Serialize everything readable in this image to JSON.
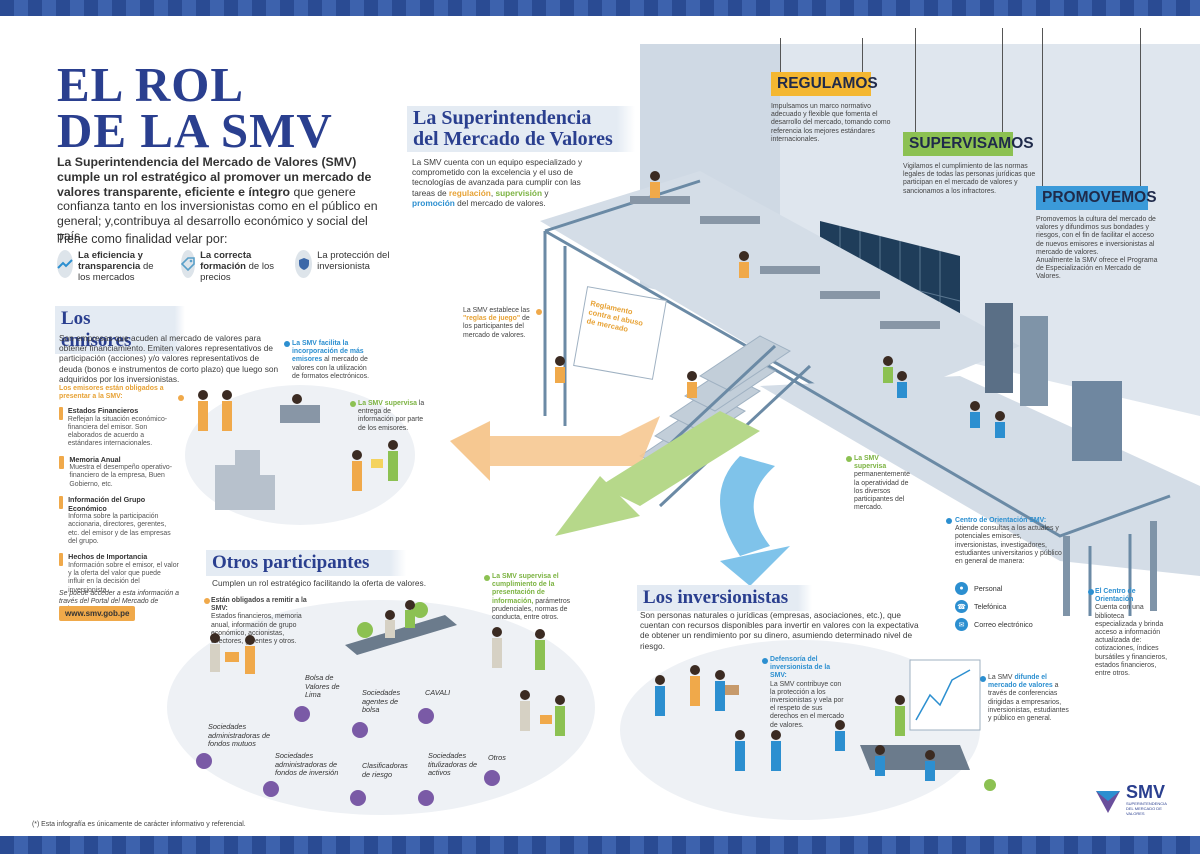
{
  "header": {
    "title_line1": "EL ROL",
    "title_line2": "DE LA SMV"
  },
  "intro": {
    "bold": "La Superintendencia del Mercado de Valores (SMV) cumple un rol estratégico al promover un mercado de valores transparente, eficiente e íntegro",
    "rest": " que genere confianza tanto en los inversionistas como en el público en general; y,contribuya al desarrollo económico y social del país."
  },
  "finalidad": {
    "title": "Tiene como finalidad velar por:",
    "items": [
      {
        "icon": "chart-up-icon",
        "bold": "La eficiencia y transparencia",
        "rest": " de los mercados"
      },
      {
        "icon": "price-tag-icon",
        "bold": "La correcta formación",
        "rest": " de los precios"
      },
      {
        "icon": "shield-icon",
        "bold": "",
        "rest": "La protección del inversionista"
      }
    ]
  },
  "smv_section": {
    "title_line1": "La Superintendencia",
    "title_line2": "del Mercado de Valores",
    "text_a": "La SMV cuenta con un equipo especializado y comprometido con la excelencia y el uso de tecnologías de avanzada para cumplir con las tareas de ",
    "reg": "regulación",
    "sep1": ",",
    "sup": "supervisión",
    "sep2": " y ",
    "pro": "promoción",
    "text_b": " del mercado de valores."
  },
  "roles": {
    "regulamos": {
      "label": "REGULAMOS",
      "text": "Impulsamos un marco normativo adecuado y flexible que fomenta el desarrollo del mercado, tomando como referencia los mejores estándares internacionales.",
      "color": "#f4b731"
    },
    "supervisamos": {
      "label": "SUPERVISAMOS",
      "text": "Vigilamos el cumplimiento de las normas legales de todas las personas jurídicas que participan en el mercado de valores y sancionamos a los infractores.",
      "color": "#8cc152"
    },
    "promovemos": {
      "label": "PROMOVEMOS",
      "text_a": "Promovemos la cultura del mercado de valores y difundimos sus bondades y riesgos, con el fin de facilitar el acceso de nuevos emisores e inversionistas al mercado de valores.",
      "text_b": "Anualmente  la SMV ofrece el Programa de Especialización en Mercado de Valores.",
      "color": "#3b9ad9"
    }
  },
  "emisores": {
    "title": "Los emisores",
    "text": "Son empresas que acuden al mercado de valores para obtener financiamiento. Emiten valores representativos de participación (acciones) y/o valores representativos de deuda (bonos e instrumentos de corto plazo) que luego son adquiridos por los inversionistas.",
    "oblig_note": "Los emisores están obligados a presentar a la SMV:",
    "docs": [
      {
        "title": "Estados Financieros",
        "text": "Reflejan la situación económico-financiera del emisor. Son elaborados de acuerdo a estándares internacionales."
      },
      {
        "title": "Memoria Anual",
        "text": "Muestra el desempeño operativo-financiero de la empresa, Buen Gobierno, etc."
      },
      {
        "title": "Información del Grupo Económico",
        "text": "Informa sobre la participación accionaria, directores, gerentes, etc. del emisor y de las empresas del grupo."
      },
      {
        "title": "Hechos de Importancia",
        "text": "Información sobre el emisor, el valor y la oferta del valor que puede influir en la decisión del inversionista."
      }
    ],
    "portal_note": "Se puede acceder a esta información a través del Portal del Mercado de Valores:",
    "url": "www.smv.gob.pe",
    "note_facilita_hl": "La SMV facilita la incorporación de más emisores",
    "note_facilita_rest": " al mercado de valores con la utilización de formatos electrónicos.",
    "note_supervisa_hl": "La SMV supervisa",
    "note_supervisa_rest": " la entrega de información por parte de los emisores."
  },
  "otros": {
    "title": "Otros participantes",
    "text": "Cumplen un rol estratégico facilitando la oferta de valores.",
    "oblig_title": "Están obligados a remitir a la SMV:",
    "oblig_text": "Estados financieros, memoria anual, información de grupo económico, accionistas, directores, gerentes y otros.",
    "entities": [
      "Bolsa de Valores de Lima",
      "Sociedades agentes de bolsa",
      "CAVALI",
      "Sociedades administradoras de fondos mutuos",
      "Sociedades administradoras de fondos de inversión",
      "Clasificadoras de riesgo",
      "Sociedades titulizadoras de activos",
      "Otros"
    ],
    "note_hl": "La SMV supervisa el cumplimiento de la presentación de información,",
    "note_rest": " parámetros prudenciales, normas de conducta, entre otros."
  },
  "middle_notes": {
    "reglas_a": "La SMV establece las ",
    "reglas_hl": "\"reglas de juego\"",
    "reglas_b": " de los participantes del mercado de valores.",
    "board_text": "Reglamento contra el abuso de mercado",
    "supervisa_hl": "La SMV supervisa",
    "supervisa_rest": " permanentemente la operatividad de los diversos participantes del mercado."
  },
  "centro": {
    "hl": "Centro de Orientación SMV:",
    "text": "Atiende consultas a los actuales y potenciales emisores, inversionistas, investigadores, estudiantes universitarios y público en general de manera:",
    "contacts": [
      {
        "icon": "person-icon",
        "label": "Personal"
      },
      {
        "icon": "phone-icon",
        "label": "Telefónica"
      },
      {
        "icon": "email-icon",
        "label": "Correo electrónico"
      }
    ]
  },
  "centro_biblio": {
    "hl": "El Centro de Orientación",
    "text": "Cuenta con una biblioteca especializada y brinda acceso a información actualizada de: cotizaciones, índices bursátiles y financieros, estados financieros, entre otros."
  },
  "inversionistas": {
    "title": "Los inversionistas",
    "text": "Son personas naturales o jurídicas (empresas, asociaciones, etc.), que cuentan con recursos disponibles para invertir en valores con la expectativa de obtener un rendimiento por su dinero, asumiendo determinado nivel de riesgo.",
    "defensoria_hl": "Defensoría del inversionista de la SMV:",
    "defensoria_text": "La SMV contribuye con la protección a los inversionistas y vela por el respeto de sus derechos en el mercado de valores.",
    "difunde_a": "La SMV ",
    "difunde_hl": "difunde el mercado de valores",
    "difunde_b": " a través de conferencias dirigidas a empresarios, inversionistas, estudiantes y público en general."
  },
  "logo": {
    "text": "SMV",
    "sub": "SUPERINTENDENCIA DEL MERCADO DE VALORES"
  },
  "footer": {
    "note": "(*) Esta infografía es únicamente de carácter informativo y referencial."
  },
  "colors": {
    "navy": "#2a3f8f",
    "orange": "#f0a94a",
    "green": "#8cc152",
    "blue": "#2c8fd0"
  }
}
